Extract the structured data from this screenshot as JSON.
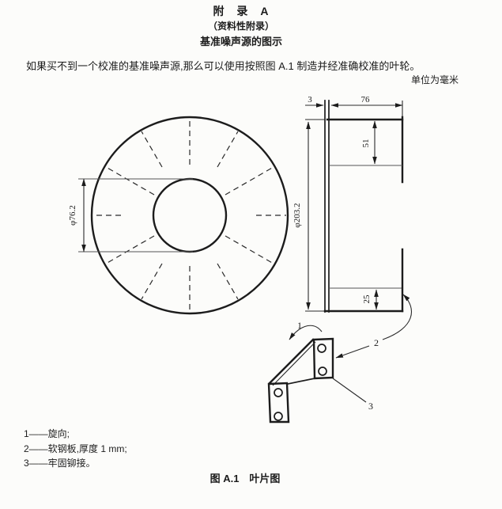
{
  "page": {
    "appendix_title": "附　录　A",
    "appendix_subtitle": "（资料性附录）",
    "appendix_heading": "基准噪声源的图示",
    "body_text": "如果买不到一个校准的基准噪声源,那么可以使用按照图 A.1 制造并经准确校准的叶轮。",
    "units_note": "单位为毫米",
    "figure_caption": "图 A.1　叶片图"
  },
  "figure": {
    "dimensions": {
      "inner_diameter": "φ76.2",
      "outer_diameter": "φ203.2",
      "disc_thickness": "3",
      "blade_length": "76",
      "top_blade_depth": "51",
      "bottom_blade_depth": "25"
    },
    "callouts": {
      "one": "1",
      "two": "2",
      "three": "3"
    },
    "legend": [
      "1——旋向;",
      "2——软钢板,厚度 1 mm;",
      "3——牢固铆接。"
    ]
  },
  "colors": {
    "ink": "#1c1c1c",
    "paper": "#fcfcfa"
  }
}
